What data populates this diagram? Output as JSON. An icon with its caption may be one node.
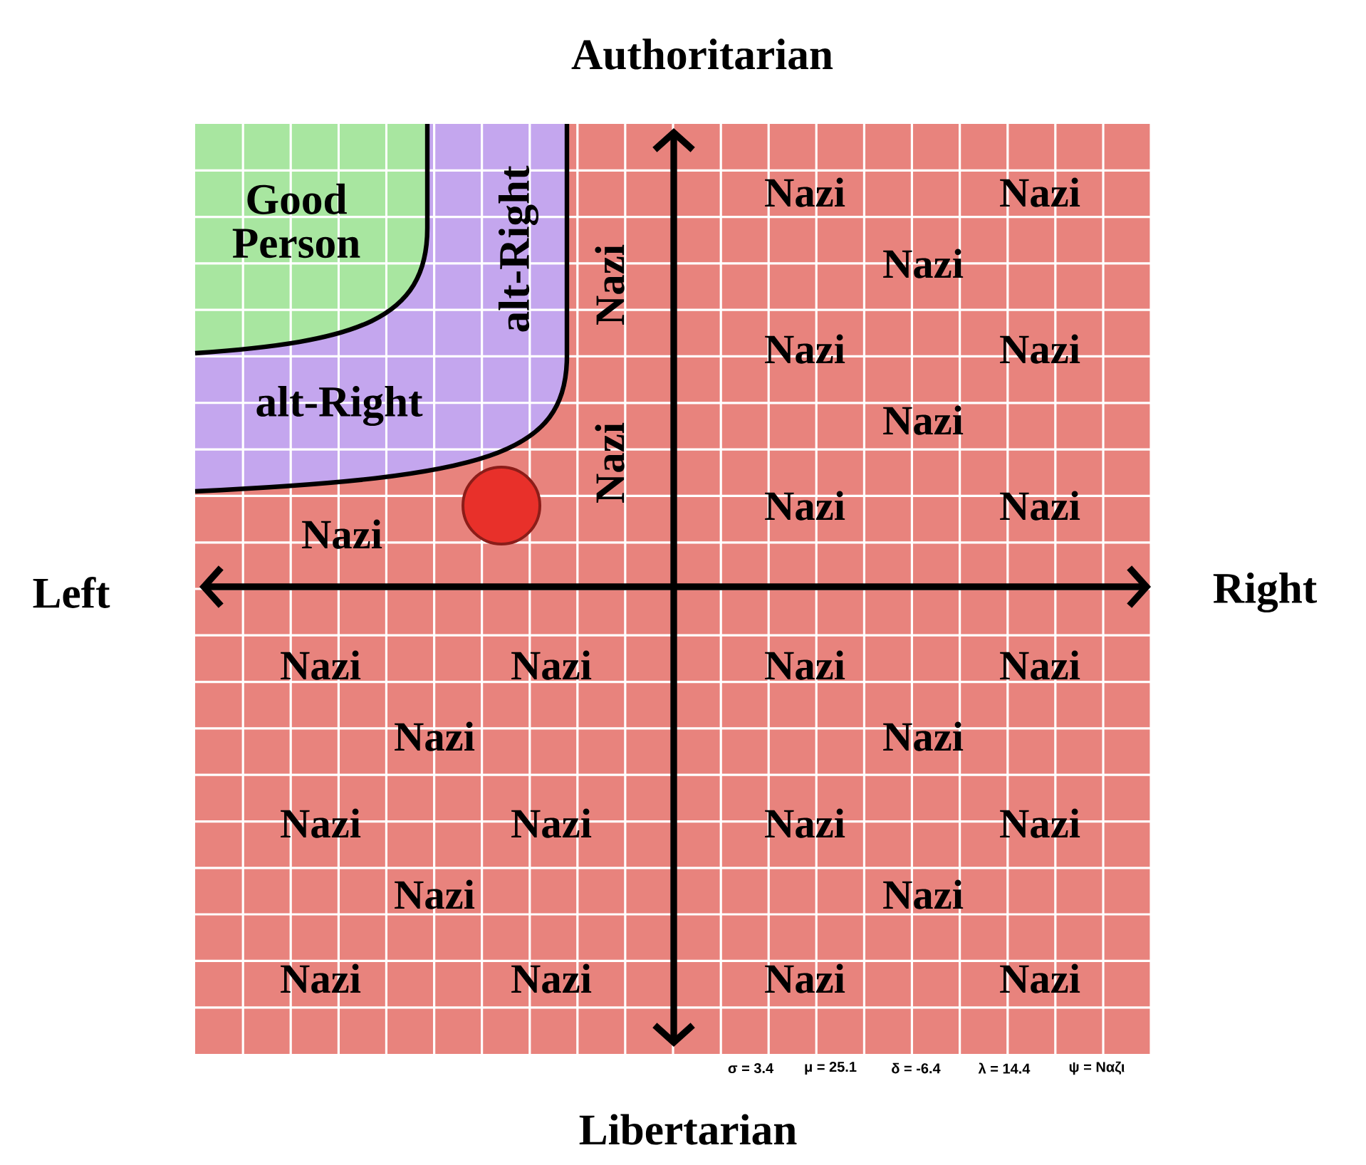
{
  "diagram": {
    "nodes": [
      {
        "text": [
          "Good Person"
        ]
      },
      {
        "text": [
          "alt-Right",
          "alt-Right"
        ]
      }
    ],
    "labels": [
      "Authoritarian",
      "Nazi",
      "Nazi",
      "Nazi",
      "Nazi",
      "Nazi",
      "Nazi",
      "Nazi",
      "Nazi",
      "Nazi",
      "Nazi",
      "Nazi",
      "Left",
      "Right",
      "Nazi",
      "Nazi",
      "Nazi",
      "Nazi",
      "Nazi",
      "Nazi",
      "Nazi",
      "Nazi",
      "Nazi",
      "Nazi",
      "Nazi",
      "Nazi",
      "Nazi",
      "Nazi",
      "Nazi",
      "Nazi",
      "σ = 3.4",
      "μ = 25.1",
      "δ = -6.4",
      "λ = 14.4",
      "ψ = Ναζι",
      "Libertarian"
    ]
  }
}
